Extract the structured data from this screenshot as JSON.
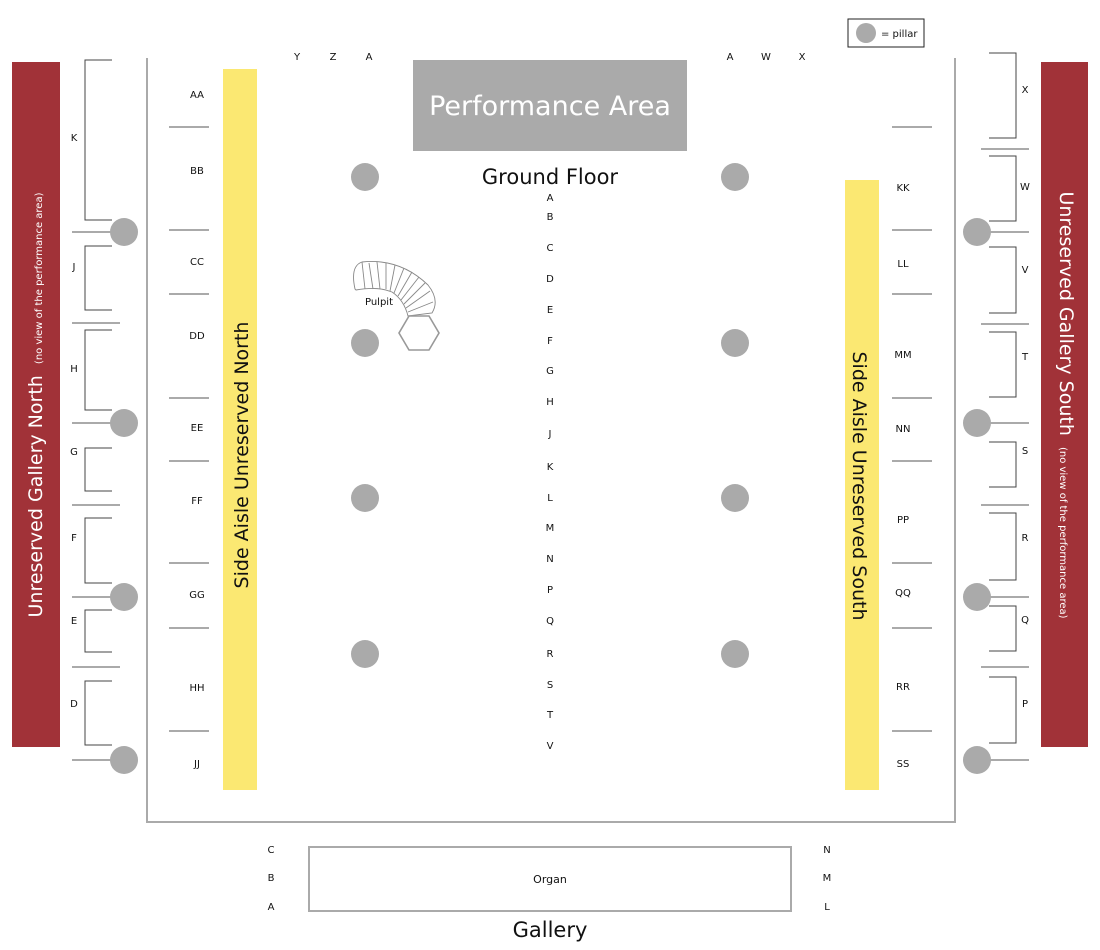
{
  "legend": {
    "symbol": "pillar-icon",
    "label": "= pillar"
  },
  "colors": {
    "gallery_red": "#a13238",
    "aisle_yellow": "#fbe872",
    "pillar_grey": "#aaaaaa",
    "line_grey": "#aaaaaa",
    "bracket": "#444444"
  },
  "performance_area": {
    "label": "Performance Area"
  },
  "ground_floor": {
    "title": "Ground Floor",
    "top_row_labels_left": [
      "Y",
      "Z",
      "A"
    ],
    "top_row_labels_right": [
      "A",
      "W",
      "X"
    ],
    "centre_rows": [
      "A",
      "B",
      "C",
      "D",
      "E",
      "F",
      "G",
      "H",
      "J",
      "K",
      "L",
      "M",
      "N",
      "P",
      "Q",
      "R",
      "S",
      "T",
      "V"
    ],
    "north_aisle_rows": [
      "AA",
      "BB",
      "CC",
      "DD",
      "EE",
      "FF",
      "GG",
      "HH",
      "JJ"
    ],
    "south_aisle_rows": [
      "KK",
      "LL",
      "MM",
      "NN",
      "PP",
      "QQ",
      "RR",
      "SS"
    ],
    "pulpit": {
      "label": "Pulpit"
    }
  },
  "side_aisle_north": {
    "label": "Side Aisle Unreserved North"
  },
  "side_aisle_south": {
    "label": "Side Aisle Unreserved South"
  },
  "gallery_north": {
    "label": "Unreserved Gallery North",
    "note": "(no view of the performance area)",
    "bays": [
      "K",
      "J",
      "H",
      "G",
      "F",
      "E",
      "D"
    ]
  },
  "gallery_south": {
    "label": "Unreserved Gallery South",
    "note": "(no view of the performance area)",
    "bays": [
      "X",
      "W",
      "V",
      "T",
      "S",
      "R",
      "Q",
      "P"
    ]
  },
  "gallery": {
    "title": "Gallery",
    "organ_label": "Organ",
    "left_rows": [
      "C",
      "B",
      "A"
    ],
    "right_rows": [
      "N",
      "M",
      "L"
    ]
  }
}
